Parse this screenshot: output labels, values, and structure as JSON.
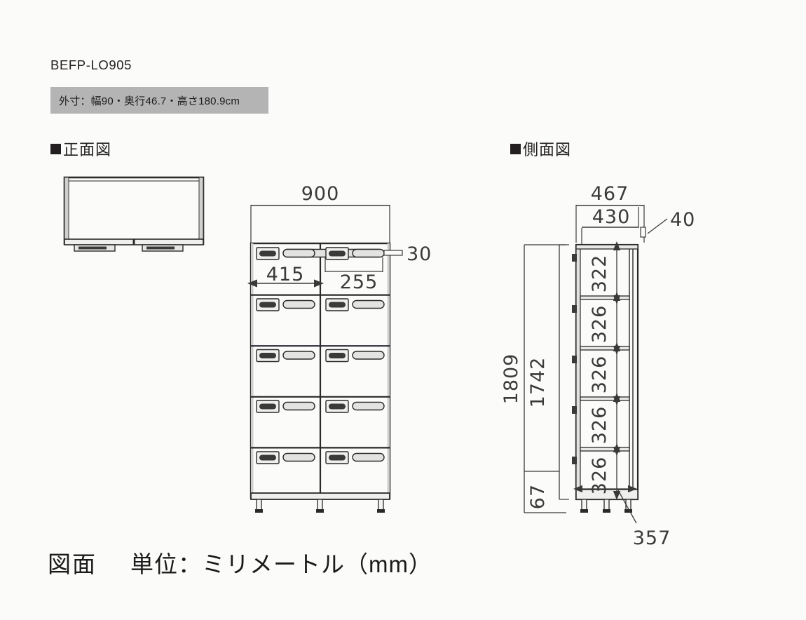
{
  "header": {
    "model_code": "BEFP-LO905",
    "spec_badge": "外寸：幅90・奥行46.7・高さ180.9cm"
  },
  "headings": {
    "front_view": "正面図",
    "side_view": "側面図"
  },
  "footer": {
    "label": "図面",
    "units": "単位：ミリメートル（mm）"
  },
  "colors": {
    "background": "#fbfbfa",
    "badge_gray": "#b4b4b4",
    "ink": "#231f20",
    "line": "#3a3a38",
    "fill_light": "#d8d8d6"
  },
  "chart_data": {
    "type": "diagram",
    "title": "BEFP-LO905 locker cabinet dimension drawing",
    "units": "mm",
    "views": [
      "plan",
      "front elevation",
      "side elevation"
    ],
    "front_view": {
      "overall_width": "900",
      "columns": 2,
      "rows": 5,
      "door_width": "415",
      "door_inner_width": "255",
      "handle_height": "30"
    },
    "side_view": {
      "overall_depth": "467",
      "body_depth": "430",
      "rear_gap": "40",
      "overall_height": "1809",
      "body_height": "1742",
      "base_height": "67",
      "shelf_depth": "357",
      "compartment_heights": [
        "322",
        "326",
        "326",
        "326",
        "326"
      ]
    }
  },
  "dimensions": {
    "front": {
      "width_900": "900",
      "door_415": "415",
      "inner_255": "255",
      "handle_30": "30"
    },
    "side": {
      "depth_467": "467",
      "body_430": "430",
      "gap_40": "40",
      "height_1809": "1809",
      "body_1742": "1742",
      "base_67": "67",
      "shelf_357": "357",
      "cell_1": "322",
      "cell_2": "326",
      "cell_3": "326",
      "cell_4": "326",
      "cell_5": "326"
    }
  }
}
